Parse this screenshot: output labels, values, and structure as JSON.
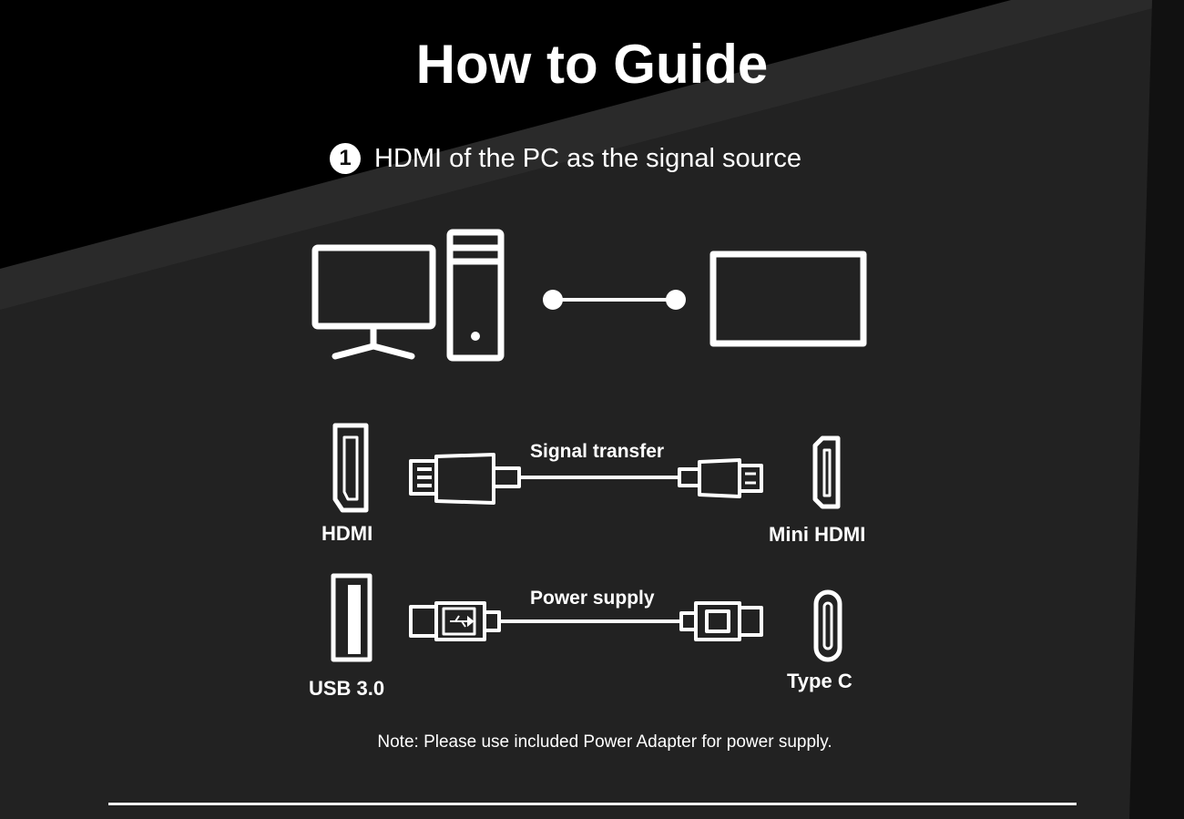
{
  "title": "How to Guide",
  "step": {
    "number": "1",
    "text": "HDMI of the PC as the signal source"
  },
  "rows": [
    {
      "left_port": "HDMI",
      "cable": "Signal transfer",
      "right_port": "Mini HDMI"
    },
    {
      "left_port": "USB 3.0",
      "cable": "Power supply",
      "right_port": "Type C"
    }
  ],
  "note": "Note: Please use included Power Adapter for power supply.",
  "icons": {
    "pc": "pc-monitor-and-tower-icon",
    "connector": "connection-line-icon",
    "display": "portable-monitor-icon",
    "hdmi": "hdmi-port-icon",
    "mini_hdmi": "mini-hdmi-port-icon",
    "usb": "usb-port-icon",
    "type_c": "usb-c-port-icon"
  },
  "colors": {
    "background": "#000000",
    "panel": "#222222",
    "foreground": "#ffffff"
  }
}
